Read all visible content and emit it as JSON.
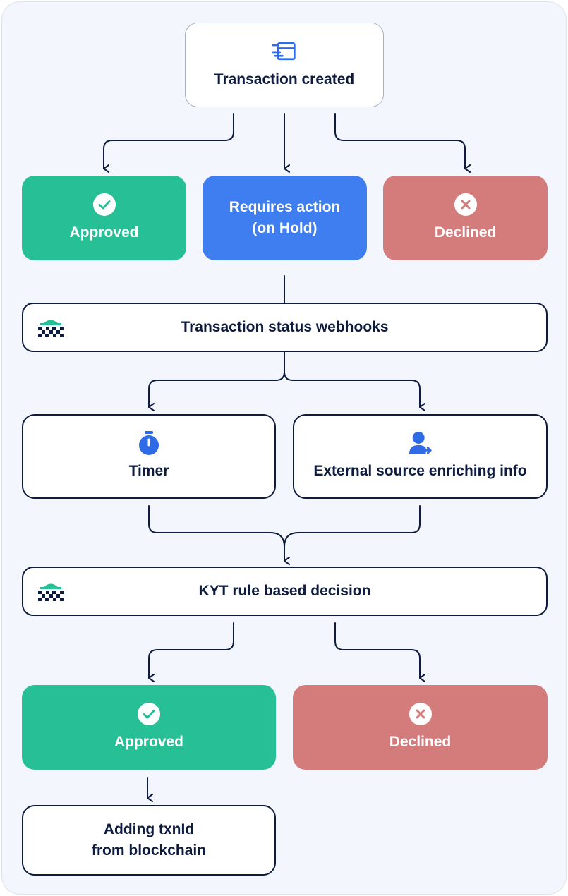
{
  "nodes": {
    "start": {
      "label": "Transaction created",
      "icon": "transaction-card-icon"
    },
    "approved_top": {
      "label": "Approved",
      "icon": "check-circle-icon"
    },
    "hold": {
      "label_line1": "Requires action",
      "label_line2": "(on Hold)"
    },
    "declined_top": {
      "label": "Declined",
      "icon": "x-circle-icon"
    },
    "webhooks": {
      "label": "Transaction status webhooks",
      "icon": "logo-icon"
    },
    "timer": {
      "label": "Timer",
      "icon": "stopwatch-icon"
    },
    "external": {
      "label": "External source enriching info",
      "icon": "user-arrow-icon"
    },
    "kyt": {
      "label": "KYT rule based decision",
      "icon": "logo-icon"
    },
    "approved_bottom": {
      "label": "Approved",
      "icon": "check-circle-icon"
    },
    "declined_bottom": {
      "label": "Declined",
      "icon": "x-circle-icon"
    },
    "txid": {
      "label_line1": "Adding txnId",
      "label_line2": "from blockchain"
    }
  },
  "colors": {
    "approved": "#27c096",
    "hold": "#3f7ef0",
    "declined": "#d47b7b",
    "border": "#0d1b3e",
    "background": "#f3f6fd",
    "icon_blue": "#2f6be6"
  }
}
